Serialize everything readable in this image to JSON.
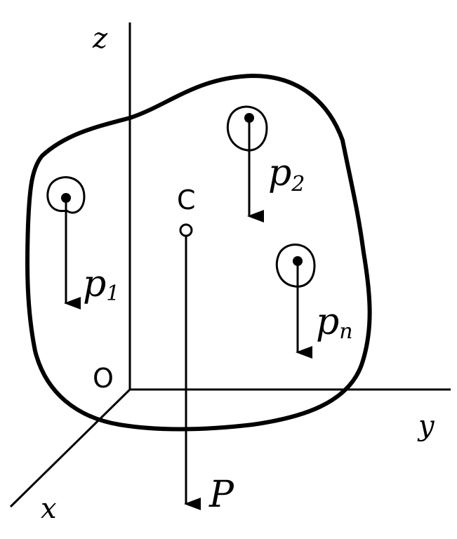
{
  "axes": {
    "x": "x",
    "y": "y",
    "z": "z",
    "origin": "O"
  },
  "center_label": "C",
  "forces": [
    {
      "base": "p",
      "sub": "1"
    },
    {
      "base": "p",
      "sub": "2"
    },
    {
      "base": "p",
      "sub": "n"
    }
  ],
  "resultant": "P",
  "colors": {
    "stroke": "#000000",
    "background": "#ffffff"
  }
}
